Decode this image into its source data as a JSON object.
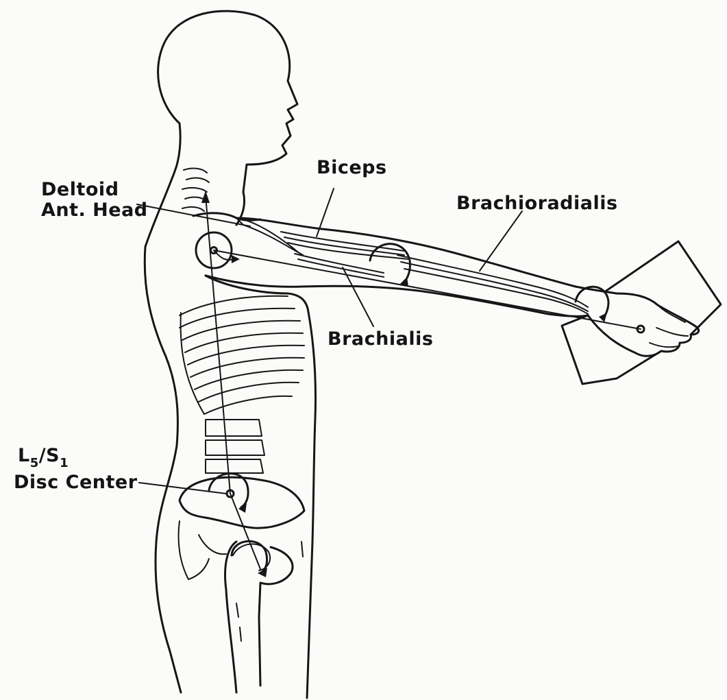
{
  "labels": {
    "deltoid_line1": "Deltoid",
    "deltoid_line2": "Ant. Head",
    "biceps": "Biceps",
    "brachioradialis": "Brachioradialis",
    "brachialis": "Brachialis",
    "disc_l": "L",
    "disc_l_sub": "5",
    "disc_slash_s": "/S",
    "disc_s_sub": "1",
    "disc_line2": "Disc Center"
  }
}
